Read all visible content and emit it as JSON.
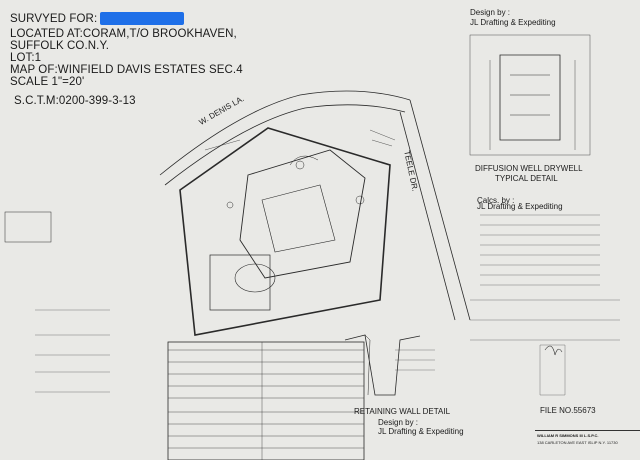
{
  "header": {
    "surveyed_for": "SURVYED FOR:",
    "location": "LOCATED AT:CORAM,T/O BROOKHAVEN,",
    "county": "SUFFOLK CO.N.Y.",
    "lot": "LOT:1",
    "map": "MAP OF:WINFIELD DAVIS ESTATES SEC.4",
    "scale": "SCALE 1\"=20'",
    "sctm": "S.C.T.M:0200-399-3-13"
  },
  "designer_top": {
    "design_by": "Design by :",
    "firm": "JL Drafting & Expediting"
  },
  "drywell": {
    "title_line1": "DIFFUSION WELL DRYWELL",
    "title_line2": "TYPICAL DETAIL"
  },
  "calcs": {
    "calcs_by": "Calcs. by :",
    "firm": "JL Drafting & Expediting"
  },
  "streets": {
    "denis": "W. DENIS LA.",
    "teele": "TEELE DR."
  },
  "retaining_wall": {
    "label": "RETAINING WALL  DETAIL"
  },
  "designer_bottom": {
    "design_by": "Design by :",
    "firm": "JL Drafting & Expediting"
  },
  "file_no": "FILE NO.55673",
  "title_block": {
    "name": "WILLIAM R SIMMONS III L.S.P.C.",
    "address": "138 CARLETON AVE EAST ISLIP N.Y. 11730"
  },
  "colors": {
    "paper": "#e9e9e6",
    "ink": "#1b1b1b",
    "redaction": "#1e6fe8"
  }
}
